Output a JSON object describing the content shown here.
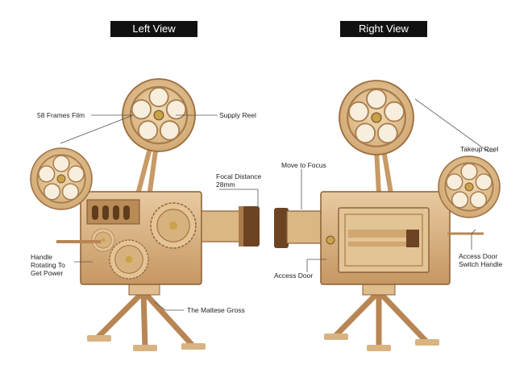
{
  "titles": {
    "left": "Left View",
    "right": "Right View"
  },
  "labels": {
    "frames_film": "58 Frames Film",
    "supply_reel": "Supply Reel",
    "focal_distance_line1": "Focal Distance",
    "focal_distance_line2": "28mm",
    "handle_line1": "Handle",
    "handle_line2": "Rotating To",
    "handle_line3": "Get Power",
    "maltese_gross": "The Maltese Gross",
    "move_to_focus": "Move to Focus",
    "takeup_reel": "Takeup Reel",
    "access_door": "Access Door",
    "access_door_switch_line1": "Access Door",
    "access_door_switch_line2": "Switch Handle"
  },
  "colors": {
    "wood_light": "#e9cfa4",
    "wood_mid": "#d3ad78",
    "wood_dark": "#8a5f35",
    "brass": "#c9a24a",
    "leader": "#555555"
  }
}
